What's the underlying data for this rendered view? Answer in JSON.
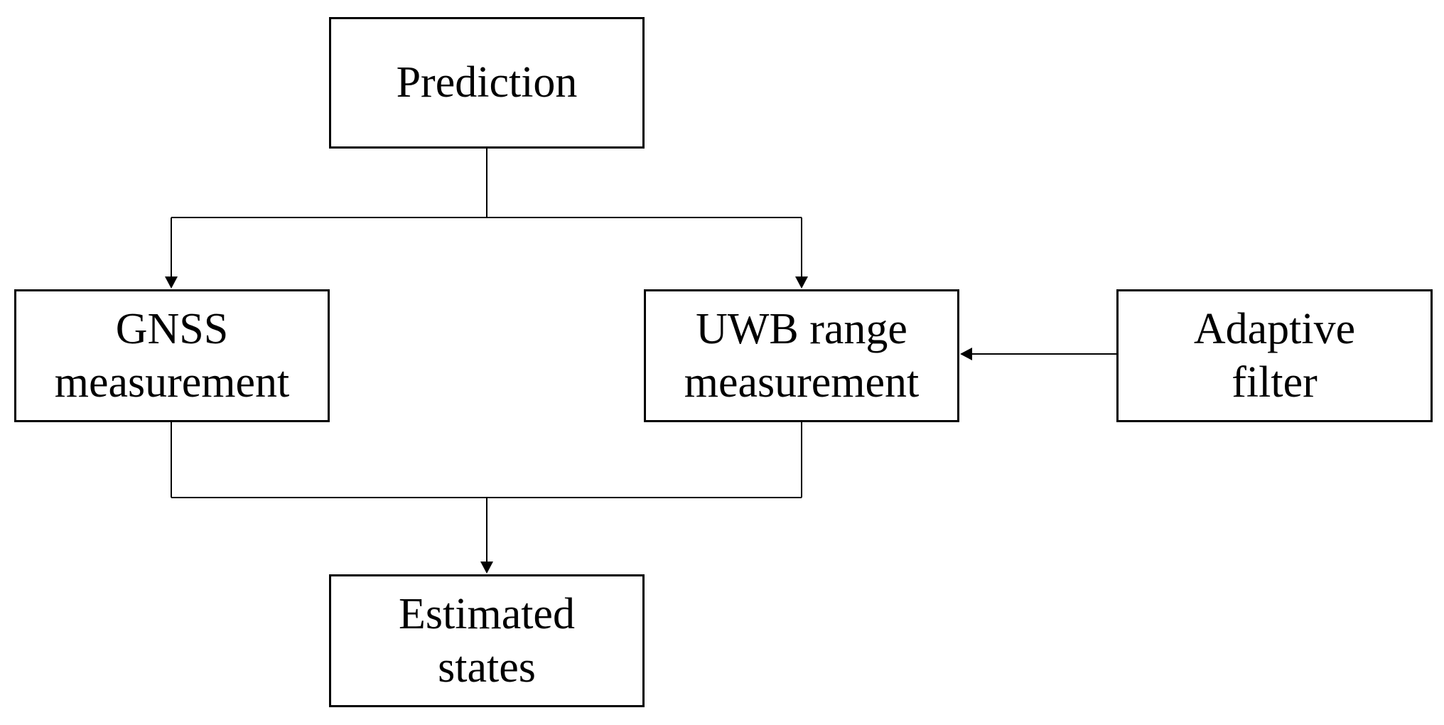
{
  "diagram": {
    "nodes": {
      "prediction": {
        "lines": [
          "Prediction"
        ]
      },
      "gnss": {
        "lines": [
          "GNSS",
          "measurement"
        ]
      },
      "uwb": {
        "lines": [
          "UWB range",
          "measurement"
        ]
      },
      "adaptive": {
        "lines": [
          "Adaptive",
          "filter"
        ]
      },
      "estimated": {
        "lines": [
          "Estimated",
          "states"
        ]
      }
    },
    "edges": [
      {
        "from": "prediction",
        "to": "gnss"
      },
      {
        "from": "prediction",
        "to": "uwb"
      },
      {
        "from": "adaptive",
        "to": "uwb"
      },
      {
        "from": "gnss",
        "to": "estimated"
      },
      {
        "from": "uwb",
        "to": "estimated"
      }
    ],
    "colors": {
      "stroke": "#000000",
      "background": "#ffffff"
    }
  }
}
